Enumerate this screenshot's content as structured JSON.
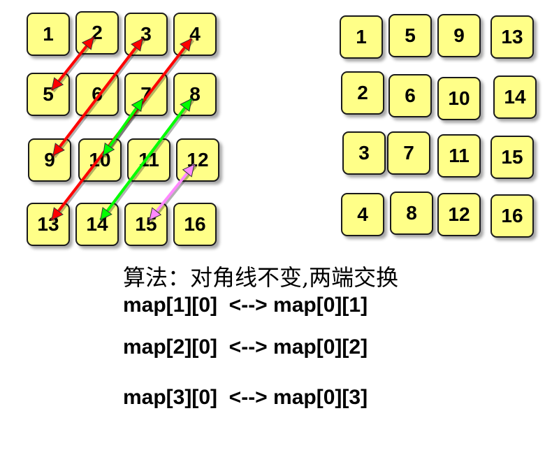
{
  "left_grid": {
    "cells": [
      "1",
      "2",
      "3",
      "4",
      "5",
      "6",
      "7",
      "8",
      "9",
      "10",
      "11",
      "12",
      "13",
      "14",
      "15",
      "16"
    ]
  },
  "right_grid": {
    "cells": [
      "1",
      "5",
      "9",
      "13",
      "2",
      "6",
      "10",
      "14",
      "3",
      "7",
      "11",
      "15",
      "4",
      "8",
      "12",
      "16"
    ]
  },
  "arrows": [
    {
      "from": "2",
      "to": "5",
      "color": "#ff0000"
    },
    {
      "from": "3",
      "to": "9",
      "color": "#ff0000"
    },
    {
      "from": "4",
      "to": "13",
      "color": "#ff0000"
    },
    {
      "from": "7",
      "to": "10",
      "color": "#00ff00"
    },
    {
      "from": "8",
      "to": "14",
      "color": "#00ff00"
    },
    {
      "from": "12",
      "to": "15",
      "color": "#ff88ff"
    }
  ],
  "caption": {
    "algorithm": "算法：对角线不变,两端交换",
    "line1": "map[1][0]  <--> map[0][1]",
    "line2": "map[2][0]  <--> map[0][2]",
    "line3": "map[3][0]  <--> map[0][3]"
  }
}
